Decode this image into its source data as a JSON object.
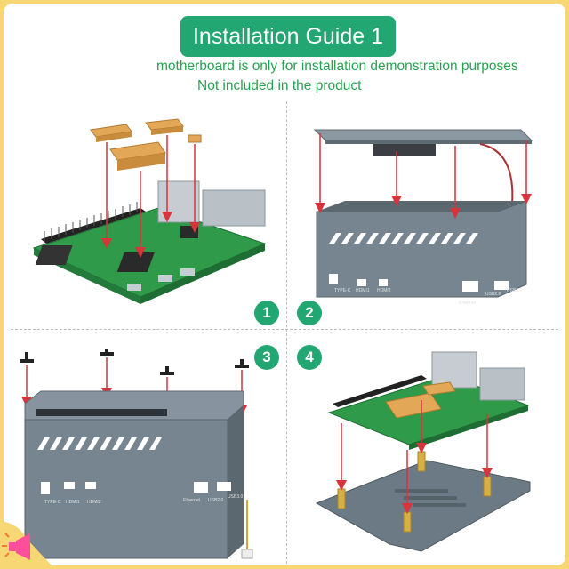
{
  "header": {
    "title": "Installation Guide 1",
    "note_line1": "motherboard is only for installation demonstration purposes",
    "note_line2": "Not included in the product"
  },
  "steps": [
    "1",
    "2",
    "3",
    "4"
  ],
  "case_ports": {
    "typec": "TYPE-C",
    "hdmi1": "HDMI1",
    "hdmi2": "HDMI2",
    "ethernet": "Ethernet",
    "usb2": "USB2.0",
    "usb3": "USB3.0"
  },
  "colors": {
    "accent": "#22a672",
    "note_text": "#27a24f",
    "border": "#f6d774",
    "pcb": "#2f9a4a",
    "case": "#76858f",
    "heatsink": "#e3a857",
    "arrow": "#d9343b"
  },
  "icons": {
    "corner_badge": "speaker-icon"
  }
}
